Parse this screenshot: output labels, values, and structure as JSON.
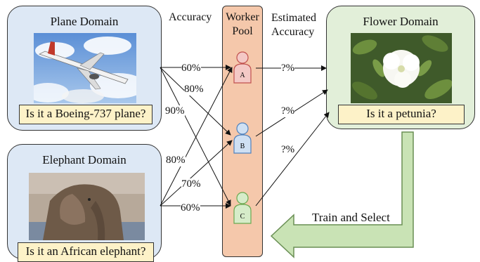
{
  "header": {
    "accuracy": "Accuracy",
    "worker_pool": [
      "Worker",
      "Pool"
    ],
    "estimated_accuracy": [
      "Estimated",
      "Accuracy"
    ]
  },
  "plane": {
    "title": "Plane Domain",
    "question": "Is it a Boeing-737 plane?"
  },
  "elephant": {
    "title": "Elephant Domain",
    "question": "Is it an African elephant?"
  },
  "flower": {
    "title": "Flower Domain",
    "question": "Is it a petunia?"
  },
  "workers": [
    {
      "name": "A",
      "color": "#f4c9c6",
      "stroke": "#c0504d"
    },
    {
      "name": "B",
      "color": "#cfe0f3",
      "stroke": "#4f81bd"
    },
    {
      "name": "C",
      "color": "#d6ecc9",
      "stroke": "#6aa84f"
    }
  ],
  "edges": {
    "plane": [
      "60%",
      "80%",
      "90%"
    ],
    "elephant": [
      "80%",
      "70%",
      "60%"
    ],
    "estimated": [
      "?%",
      "?%",
      "?%"
    ]
  },
  "train_select": "Train and Select",
  "colors": {
    "blue_domain": "#dde8f5",
    "green_domain": "#e2efd9",
    "pool": "#f5c8ab",
    "question": "#fdf2c8",
    "big_arrow": "#c9e3b5"
  }
}
